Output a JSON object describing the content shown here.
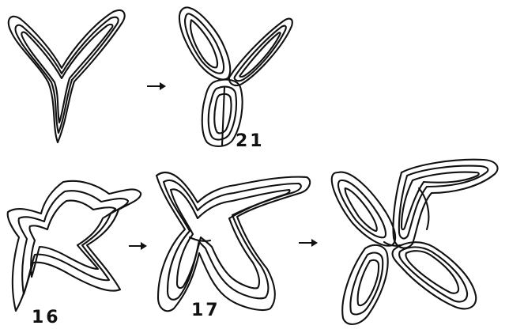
{
  "labels": {
    "fig21": "21",
    "fig16": "16",
    "fig17": "17"
  },
  "colors": {
    "ink": "#111111",
    "paper": "#ffffff"
  }
}
